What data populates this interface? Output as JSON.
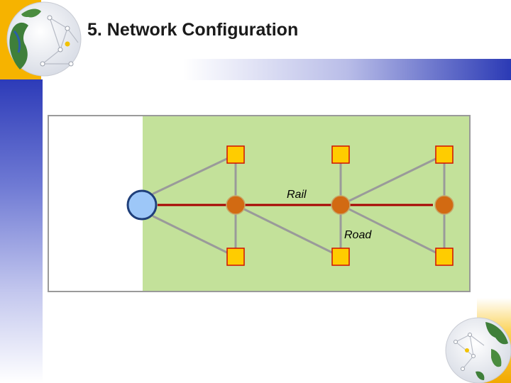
{
  "slide": {
    "title": "5. Network Configuration"
  },
  "diagram": {
    "labels": {
      "rail": "Rail",
      "road": "Road"
    }
  },
  "colors": {
    "green_area": "#c3e19a",
    "rail_line": "#a80000",
    "road_line": "#9a9a9a",
    "origin_node": "#9dc7f8",
    "rail_node": "#d26a12",
    "terminal_node": "#ffcc00",
    "terminal_border": "#d01000"
  }
}
